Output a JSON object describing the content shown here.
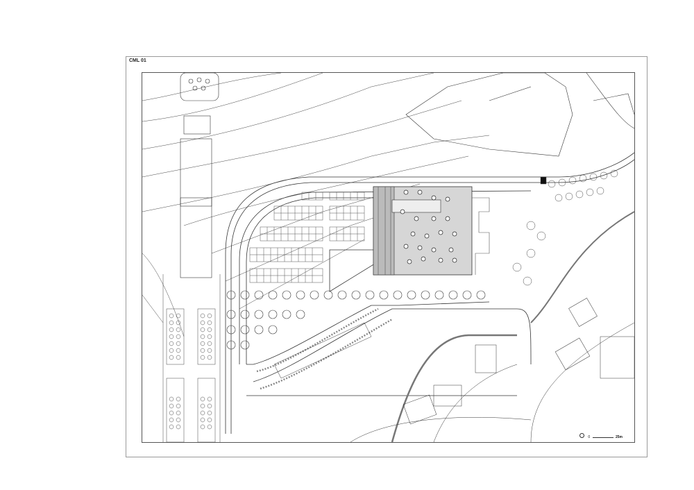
{
  "drawing": {
    "sheet_label": "CML 01",
    "type": "architectural site plan",
    "scale_bar": {
      "start_label": "0",
      "end_label": "25m"
    },
    "north_arrow": "circle-symbol",
    "zones": [
      {
        "name": "plaza-with-trees",
        "fill": "#d8d8d8"
      },
      {
        "name": "parking-grid"
      },
      {
        "name": "tree-rows"
      },
      {
        "name": "ramp-with-parking-stalls"
      },
      {
        "name": "residential-blocks"
      },
      {
        "name": "contour-terrain"
      },
      {
        "name": "planted-slope"
      }
    ]
  },
  "colors": {
    "line": "#333333",
    "frame": "#9a9a9a",
    "plaza": "#d6d6d6",
    "road_dark": "#777777"
  }
}
